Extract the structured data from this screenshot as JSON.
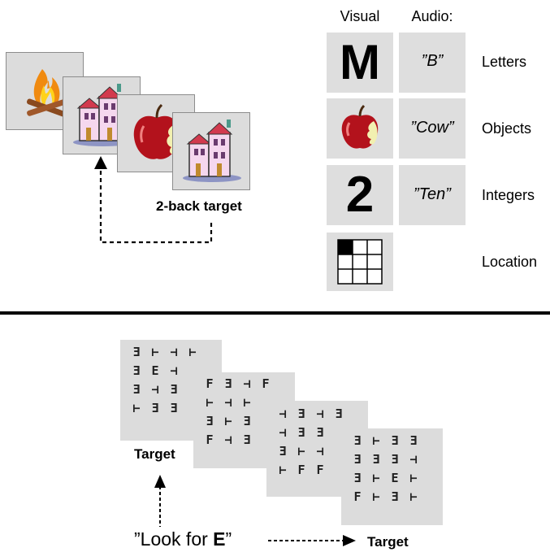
{
  "nback": {
    "target_label": "2-back target",
    "icons": [
      "campfire-icon",
      "house-icon",
      "apple-icon",
      "house-icon"
    ]
  },
  "modalities": {
    "visual_header": "Visual",
    "audio_header": "Audio:",
    "rows": [
      {
        "label": "Letters",
        "visual": "M",
        "audio": "”B”"
      },
      {
        "label": "Objects",
        "visual_icon": "apple-icon",
        "audio": "”Cow”"
      },
      {
        "label": "Integers",
        "visual": "2",
        "audio": "”Ten”"
      },
      {
        "label": "Location",
        "visual_icon": "grid-location-icon",
        "audio": ""
      }
    ]
  },
  "search": {
    "panels": [
      [
        [
          "Ǝ",
          "⊢",
          "⊣",
          "⊢"
        ],
        [
          "Ǝ",
          "E",
          "⊣",
          ""
        ],
        [
          "Ǝ",
          "⊣",
          "Ǝ",
          ""
        ],
        [
          "⊢",
          "Ǝ",
          "Ǝ",
          ""
        ]
      ],
      [
        [
          "F",
          "Ǝ",
          "⊣",
          "F"
        ],
        [
          "⊢",
          "⊣",
          "⊢",
          ""
        ],
        [
          "Ǝ",
          "⊢",
          "Ǝ",
          ""
        ],
        [
          "F",
          "⊣",
          "Ǝ",
          ""
        ]
      ],
      [
        [
          "⊣",
          "Ǝ",
          "⊣",
          "Ǝ"
        ],
        [
          "⊣",
          "Ǝ",
          "Ǝ",
          ""
        ],
        [
          "Ǝ",
          "⊢",
          "⊣",
          ""
        ],
        [
          "⊢",
          "F",
          "F",
          ""
        ]
      ],
      [
        [
          "Ǝ",
          "⊢",
          "Ǝ",
          "Ǝ"
        ],
        [
          "Ǝ",
          "Ǝ",
          "Ǝ",
          "⊣"
        ],
        [
          "Ǝ",
          "⊢",
          "E",
          "⊢"
        ],
        [
          "F",
          "⊢",
          "Ǝ",
          "⊢"
        ]
      ]
    ],
    "target_label_1": "Target",
    "target_label_2": "Target",
    "instruction_prefix": "”Look for ",
    "instruction_letter": "E",
    "instruction_suffix": "”"
  }
}
